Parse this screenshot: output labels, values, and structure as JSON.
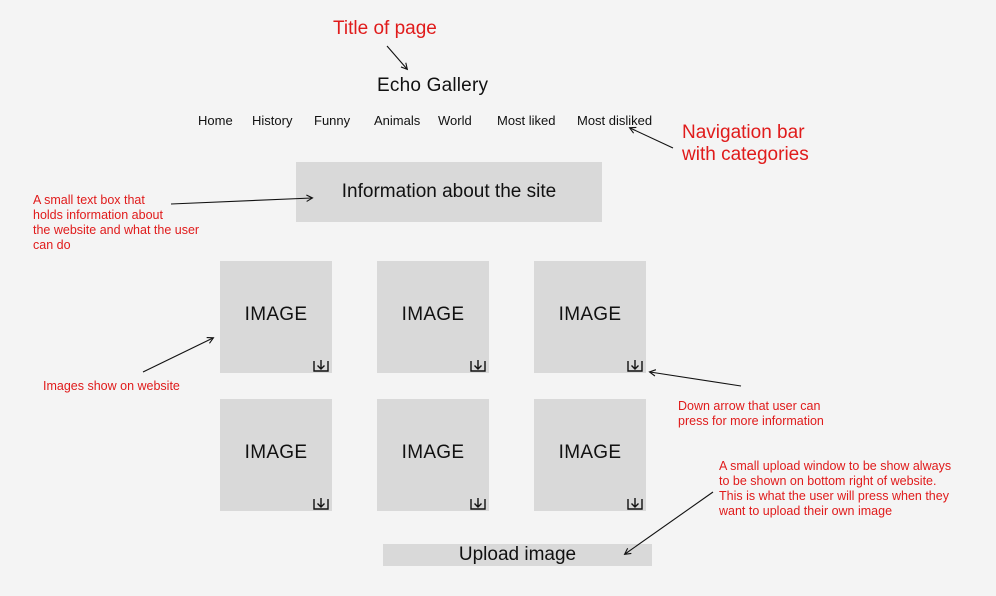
{
  "site": {
    "title": "Echo Gallery",
    "nav": [
      "Home",
      "History",
      "Funny",
      "Animals",
      "World",
      "Most liked",
      "Most disliked"
    ],
    "info_text": "Information about the site",
    "tile_label": "IMAGE",
    "upload_label": "Upload image",
    "icon": "download-arrow-icon"
  },
  "annotations": {
    "title": "Title of page",
    "nav": "Navigation bar\nwith categories",
    "info": "A small text box that\nholds information about\nthe website and what the user\ncan do",
    "images": "Images show on website",
    "down_arrow": "Down arrow that user can\npress for more information",
    "upload": "A small upload window to be show always\nto be shown on bottom right of website.\nThis is what the user will press when they\nwant to upload their own image"
  },
  "colors": {
    "annotation": "#e01b1b",
    "box_fill": "#d9d9d9",
    "background": "#f4f4f4",
    "text": "#111111"
  }
}
